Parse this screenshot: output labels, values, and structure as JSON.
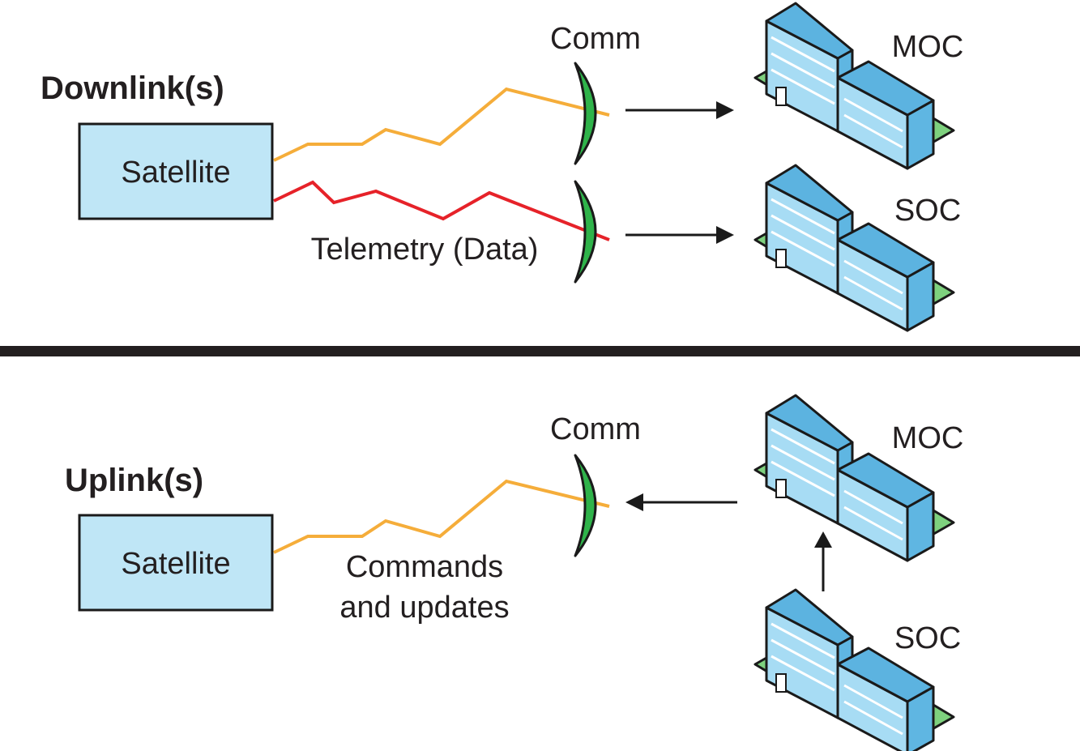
{
  "downlink": {
    "title": "Downlink(s)",
    "satellite": "Satellite",
    "comm": "Comm",
    "moc": "MOC",
    "soc": "SOC",
    "telemetry": "Telemetry (Data)"
  },
  "uplink": {
    "title": "Uplink(s)",
    "satellite": "Satellite",
    "comm": "Comm",
    "moc": "MOC",
    "soc": "SOC",
    "commands_line1": "Commands",
    "commands_line2": "and updates"
  },
  "colors": {
    "satellite_fill": "#bfe6f6",
    "signal_orange": "#f5ad3a",
    "signal_red": "#e62229",
    "dish_green": "#2fb34a",
    "ground_green": "#7ed17e",
    "building_blue": "#8fcff0",
    "divider": "#231f20"
  },
  "icons": [
    "building-icon",
    "dish-icon",
    "arrow-icon"
  ]
}
